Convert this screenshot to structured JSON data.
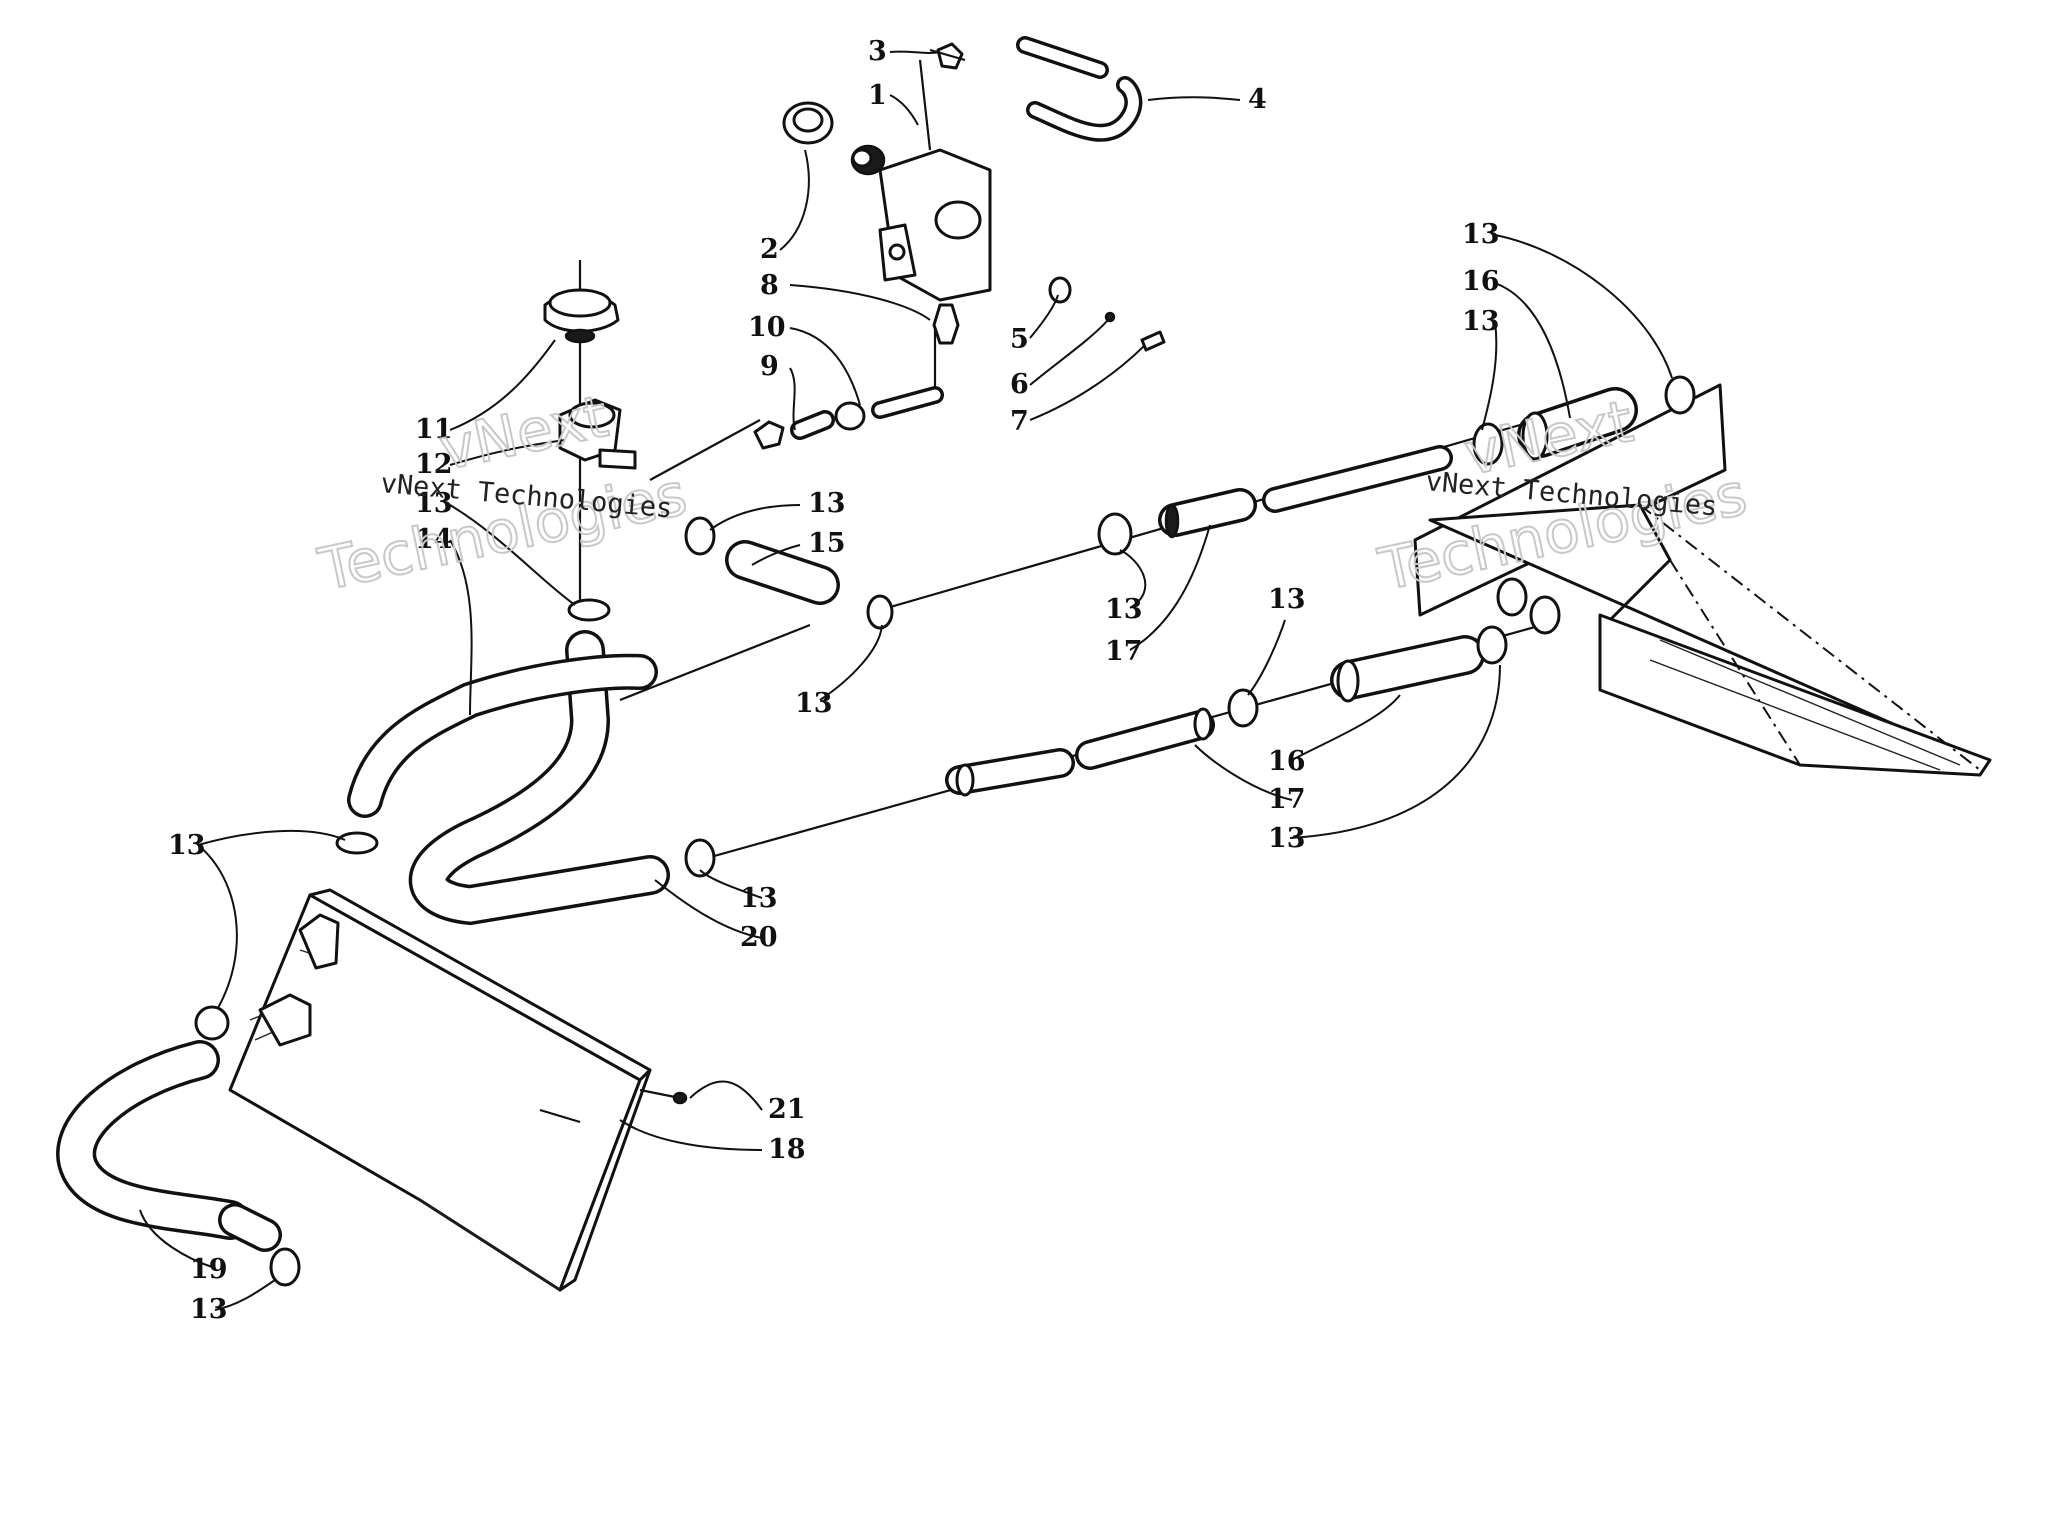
{
  "watermark": {
    "brand_short": "vNext",
    "brand_word": "Technologies",
    "brand_full": "vNext Technologies"
  },
  "callouts": [
    {
      "id": "c1",
      "label": "1"
    },
    {
      "id": "c2",
      "label": "2"
    },
    {
      "id": "c3",
      "label": "3"
    },
    {
      "id": "c4",
      "label": "4"
    },
    {
      "id": "c5",
      "label": "5"
    },
    {
      "id": "c6",
      "label": "6"
    },
    {
      "id": "c7",
      "label": "7"
    },
    {
      "id": "c8",
      "label": "8"
    },
    {
      "id": "c9",
      "label": "9"
    },
    {
      "id": "c10",
      "label": "10"
    },
    {
      "id": "c11",
      "label": "11"
    },
    {
      "id": "c12",
      "label": "12"
    },
    {
      "id": "c13a",
      "label": "13"
    },
    {
      "id": "c14",
      "label": "14"
    },
    {
      "id": "c13b",
      "label": "13"
    },
    {
      "id": "c15",
      "label": "15"
    },
    {
      "id": "c13c",
      "label": "13"
    },
    {
      "id": "c13d",
      "label": "13"
    },
    {
      "id": "c17a",
      "label": "17"
    },
    {
      "id": "c13e",
      "label": "13"
    },
    {
      "id": "c16a",
      "label": "16"
    },
    {
      "id": "c13f",
      "label": "13"
    },
    {
      "id": "c13g",
      "label": "13"
    },
    {
      "id": "c16b",
      "label": "16"
    },
    {
      "id": "c17b",
      "label": "17"
    },
    {
      "id": "c13h",
      "label": "13"
    },
    {
      "id": "c13i",
      "label": "13"
    },
    {
      "id": "c20",
      "label": "20"
    },
    {
      "id": "c13j",
      "label": "13"
    },
    {
      "id": "c21",
      "label": "21"
    },
    {
      "id": "c18",
      "label": "18"
    },
    {
      "id": "c19",
      "label": "19"
    },
    {
      "id": "c13k",
      "label": "13"
    }
  ]
}
